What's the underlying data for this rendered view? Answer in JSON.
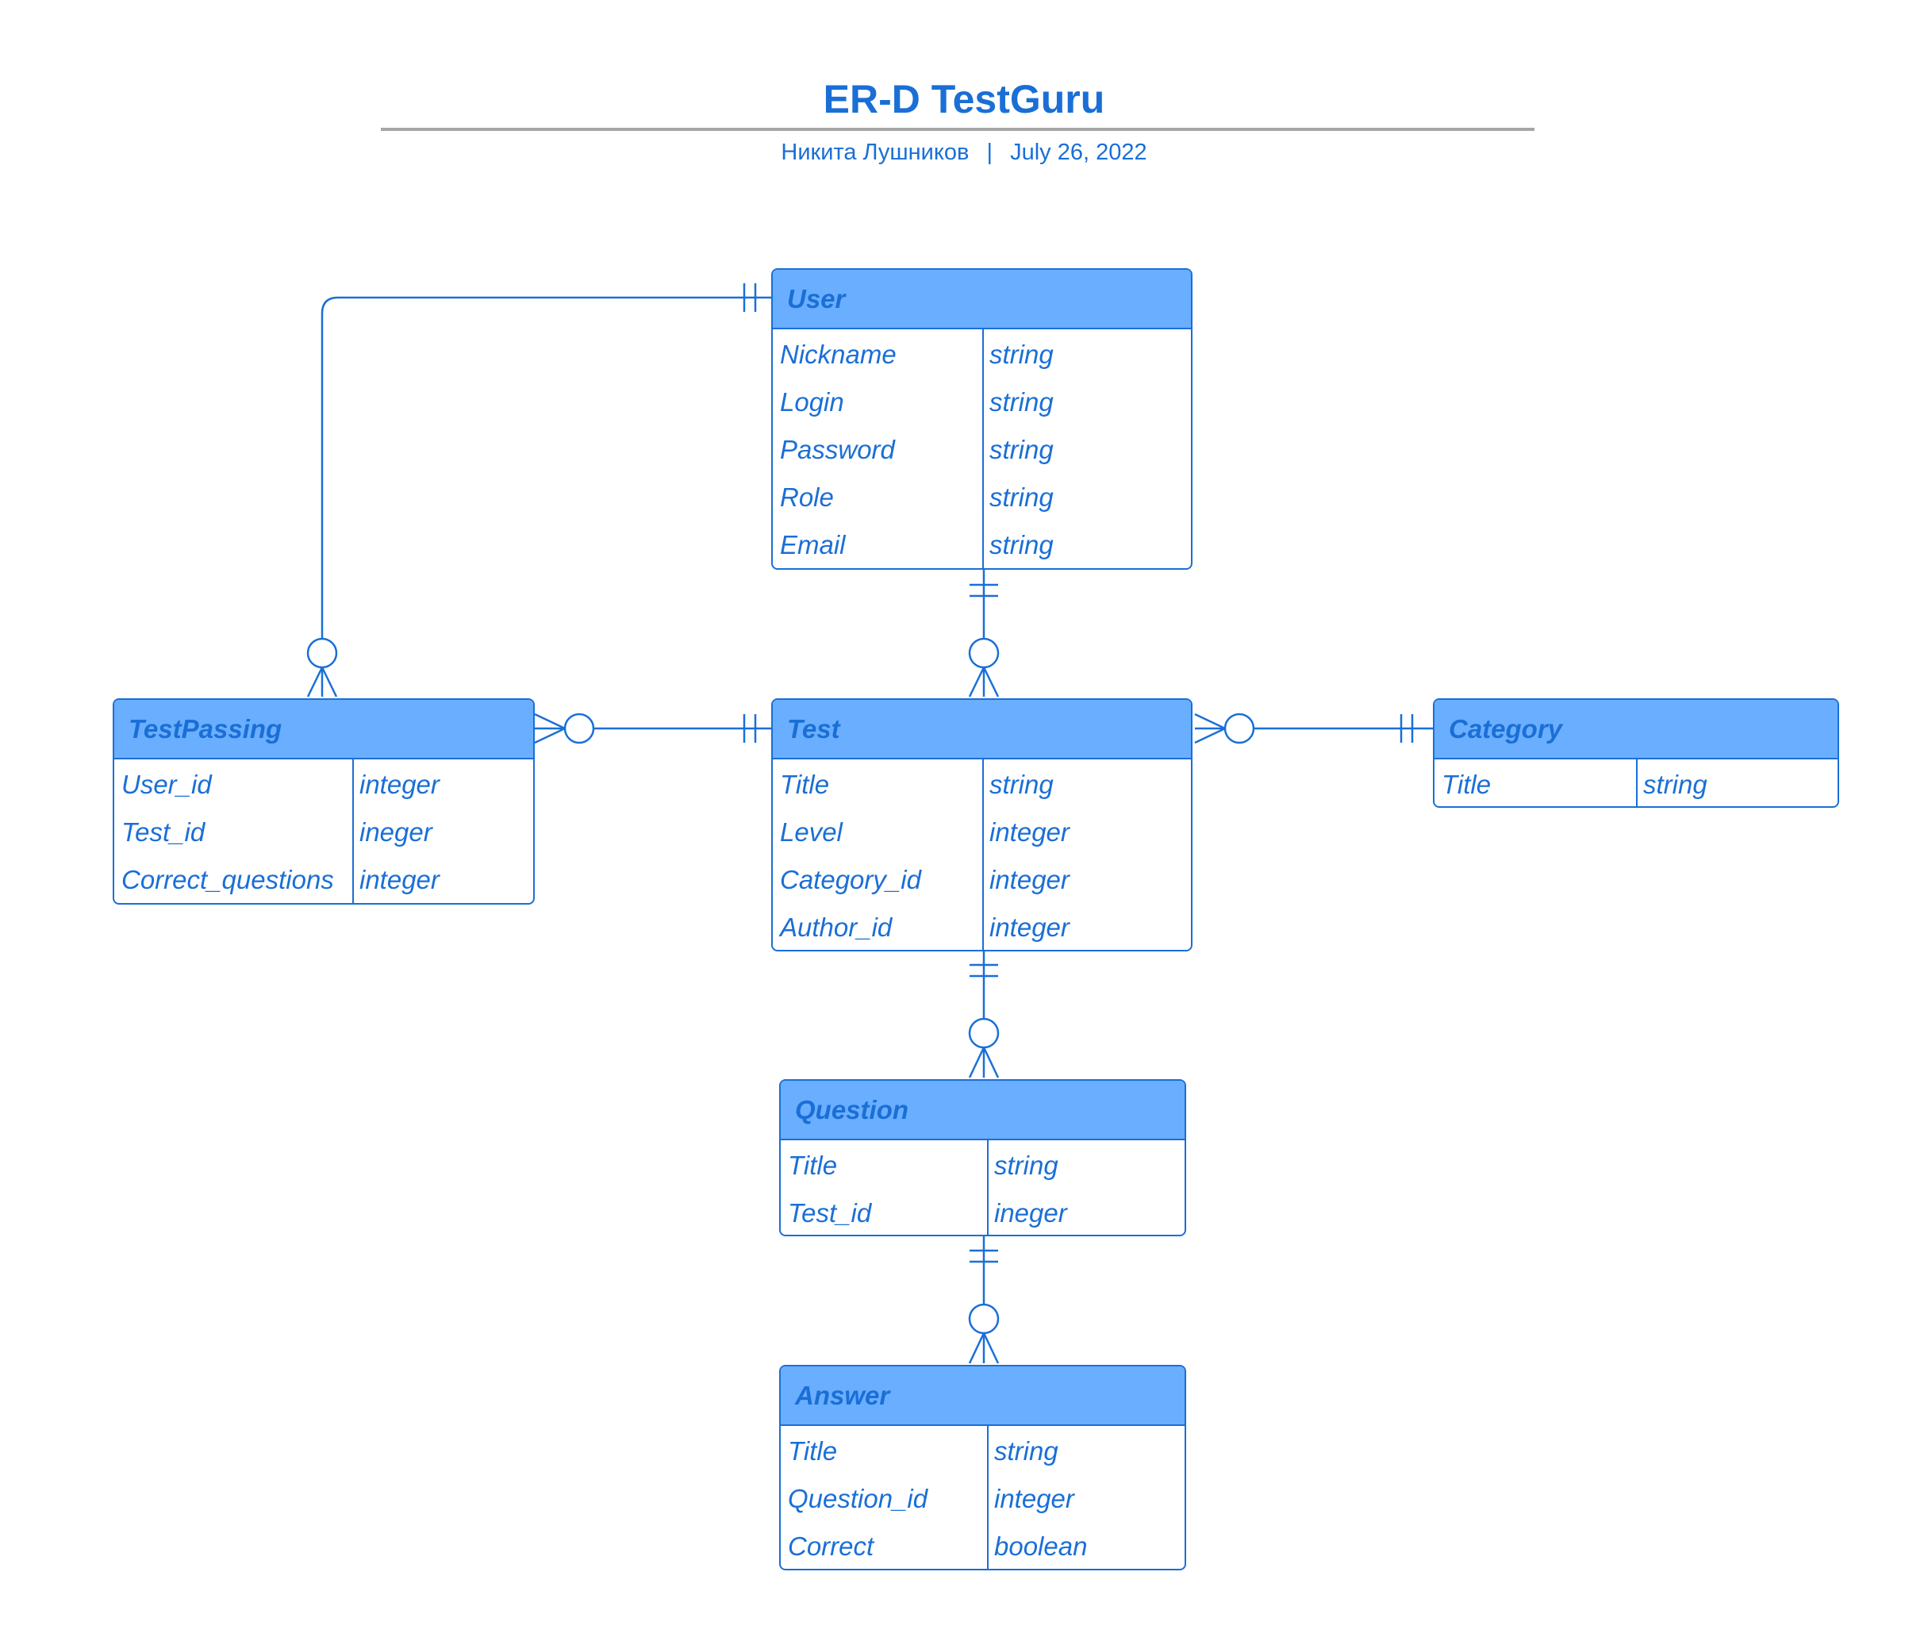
{
  "header": {
    "title": "ER-D TestGuru",
    "author": "Никита Лушников",
    "separator": "|",
    "date": "July 26, 2022"
  },
  "colors": {
    "primary": "#1a6fd6",
    "header_fill": "#6aaeff",
    "rule": "#a6a6a6"
  },
  "entities": {
    "user": {
      "name": "User",
      "fields": [
        {
          "name": "Nickname",
          "type": "string"
        },
        {
          "name": "Login",
          "type": "string"
        },
        {
          "name": "Password",
          "type": "string"
        },
        {
          "name": "Role",
          "type": "string"
        },
        {
          "name": "Email",
          "type": "string"
        }
      ]
    },
    "test_passing": {
      "name": "TestPassing",
      "fields": [
        {
          "name": "User_id",
          "type": "integer"
        },
        {
          "name": "Test_id",
          "type": "ineger"
        },
        {
          "name": "Correct_questions",
          "type": "integer"
        }
      ]
    },
    "test": {
      "name": "Test",
      "fields": [
        {
          "name": "Title",
          "type": "string"
        },
        {
          "name": "Level",
          "type": "integer"
        },
        {
          "name": "Category_id",
          "type": "integer"
        },
        {
          "name": "Author_id",
          "type": "integer"
        }
      ]
    },
    "category": {
      "name": "Category",
      "fields": [
        {
          "name": "Title",
          "type": "string"
        }
      ]
    },
    "question": {
      "name": "Question",
      "fields": [
        {
          "name": "Title",
          "type": "string"
        },
        {
          "name": "Test_id",
          "type": "ineger"
        }
      ]
    },
    "answer": {
      "name": "Answer",
      "fields": [
        {
          "name": "Title",
          "type": "string"
        },
        {
          "name": "Question_id",
          "type": "integer"
        },
        {
          "name": "Correct",
          "type": "boolean"
        }
      ]
    }
  },
  "relationships": [
    {
      "from": "User",
      "from_cardinality": "exactly-one",
      "to": "TestPassing",
      "to_cardinality": "zero-or-many"
    },
    {
      "from": "User",
      "from_cardinality": "exactly-one",
      "to": "Test",
      "to_cardinality": "zero-or-many"
    },
    {
      "from": "Test",
      "from_cardinality": "exactly-one",
      "to": "TestPassing",
      "to_cardinality": "zero-or-many"
    },
    {
      "from": "Category",
      "from_cardinality": "exactly-one",
      "to": "Test",
      "to_cardinality": "zero-or-many"
    },
    {
      "from": "Test",
      "from_cardinality": "exactly-one",
      "to": "Question",
      "to_cardinality": "zero-or-many"
    },
    {
      "from": "Question",
      "from_cardinality": "exactly-one",
      "to": "Answer",
      "to_cardinality": "zero-or-many"
    }
  ]
}
